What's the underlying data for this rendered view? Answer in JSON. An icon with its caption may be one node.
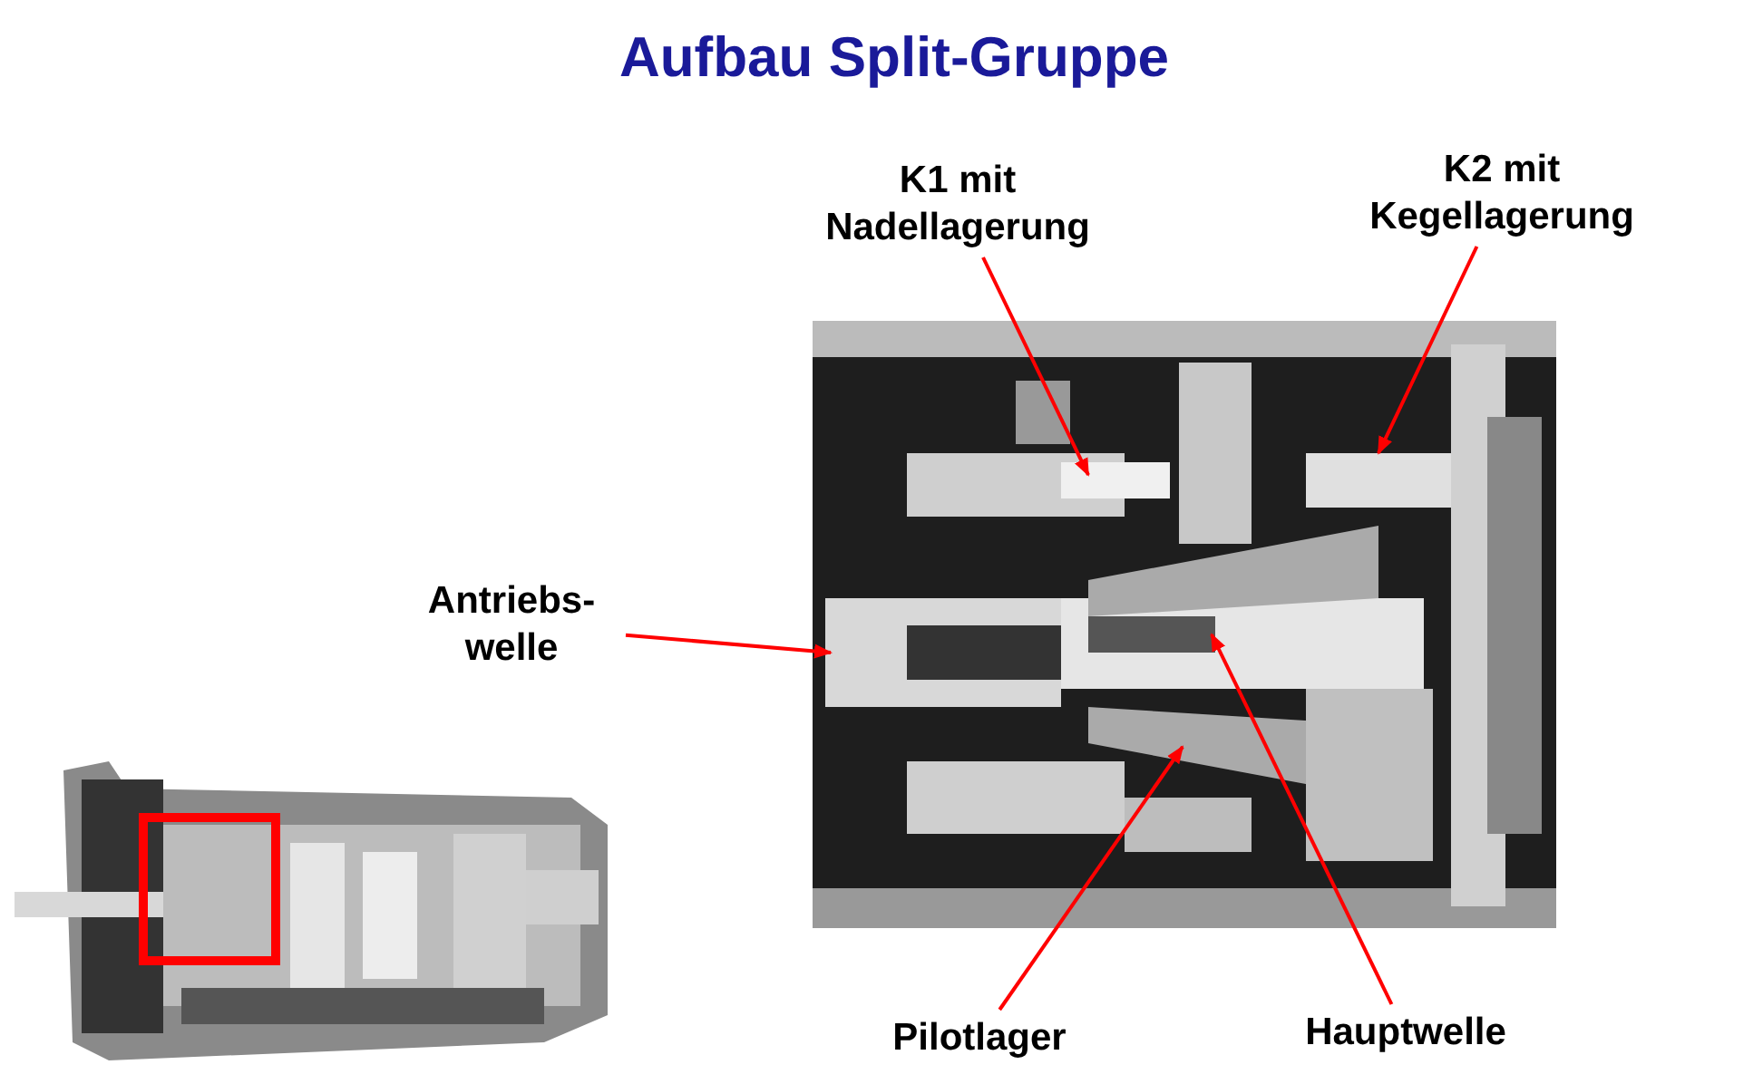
{
  "diagram": {
    "title": "Aufbau Split-Gruppe",
    "nodes": [
      {
        "text": [
          "K1 mit Nadellagerung"
        ]
      },
      {
        "text": [
          "K2 mit Kegellagerung"
        ]
      },
      {
        "text": [
          "Antriebs- welle"
        ]
      },
      {
        "text": [
          "Pilotlager"
        ]
      },
      {
        "text": [
          "Hauptwelle"
        ]
      }
    ],
    "edges": [
      {
        "from": 0,
        "to": null,
        "arrow": "to"
      },
      {
        "from": 1,
        "to": null,
        "arrow": "to"
      },
      {
        "from": 2,
        "to": null,
        "arrow": "to"
      },
      {
        "from": 3,
        "to": null,
        "arrow": "to"
      },
      {
        "from": 4,
        "to": null,
        "arrow": "to"
      }
    ]
  }
}
